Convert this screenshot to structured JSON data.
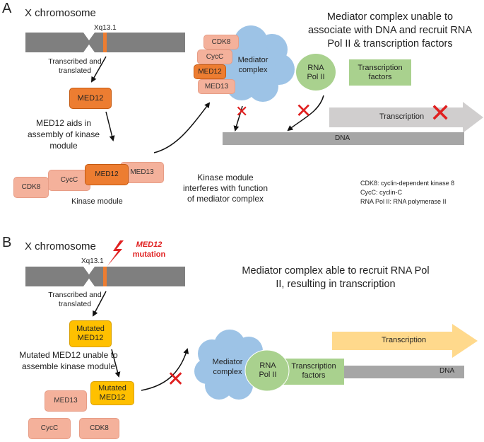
{
  "panel_a": {
    "letter": "A",
    "chromosome_label": "X chromosome",
    "locus": "Xq13.1",
    "transcribed": "Transcribed and translated",
    "med12": "MED12",
    "aids_assembly": "MED12 aids in assembly of kinase module",
    "kinase_module": {
      "cdk8": "CDK8",
      "cycc": "CycC",
      "med12": "MED12",
      "med13": "MED13",
      "label": "Kinase module"
    },
    "mediator_stack": {
      "cdk8": "CDK8",
      "cycc": "CycC",
      "med12": "MED12",
      "med13": "MED13"
    },
    "mediator_complex": "Mediator complex",
    "rna_pol": "RNA Pol II",
    "tf": "Transcription factors",
    "transcription": "Transcription",
    "dna": "DNA",
    "title": "Mediator complex unable to associate with DNA and recruit RNA Pol II & transcription factors",
    "interferes": "Kinase module interferes with function of mediator complex",
    "legend": [
      "CDK8: cyclin-dependent kinase 8",
      "CycC: cyclin-C",
      "RNA Pol II: RNA polymerase II"
    ]
  },
  "panel_b": {
    "letter": "B",
    "chromosome_label": "X chromosome",
    "locus": "Xq13.1",
    "mutation_gene": "MED12",
    "mutation_word": "mutation",
    "transcribed": "Transcribed and translated",
    "mutated_med12": "Mutated MED12",
    "unable": "Mutated MED12 unable to assemble kinase module",
    "med13": "MED13",
    "cycc": "CycC",
    "cdk8": "CDK8",
    "mediator_complex": "Mediator complex",
    "rna_pol": "RNA Pol II",
    "tf": "Transcription factors",
    "dna": "DNA",
    "transcription": "Transcription",
    "title": "Mediator complex able to recruit RNA Pol II, resulting in transcription"
  },
  "colors": {
    "chromosome": "#7f7f7f",
    "locus_band": "#ed7d31",
    "med12_orange": "#ed7d31",
    "pink": "#f4b19b",
    "mutated_yellow": "#ffc000",
    "mediator_blue": "#9dc3e6",
    "rna_pol_green": "#a9d18e",
    "dna_gray": "#a6a6a6",
    "blocked_arrow": "#d0cece",
    "active_arrow": "#ffd98c",
    "x_mark": "#e02020",
    "lightning": "#e02020"
  }
}
